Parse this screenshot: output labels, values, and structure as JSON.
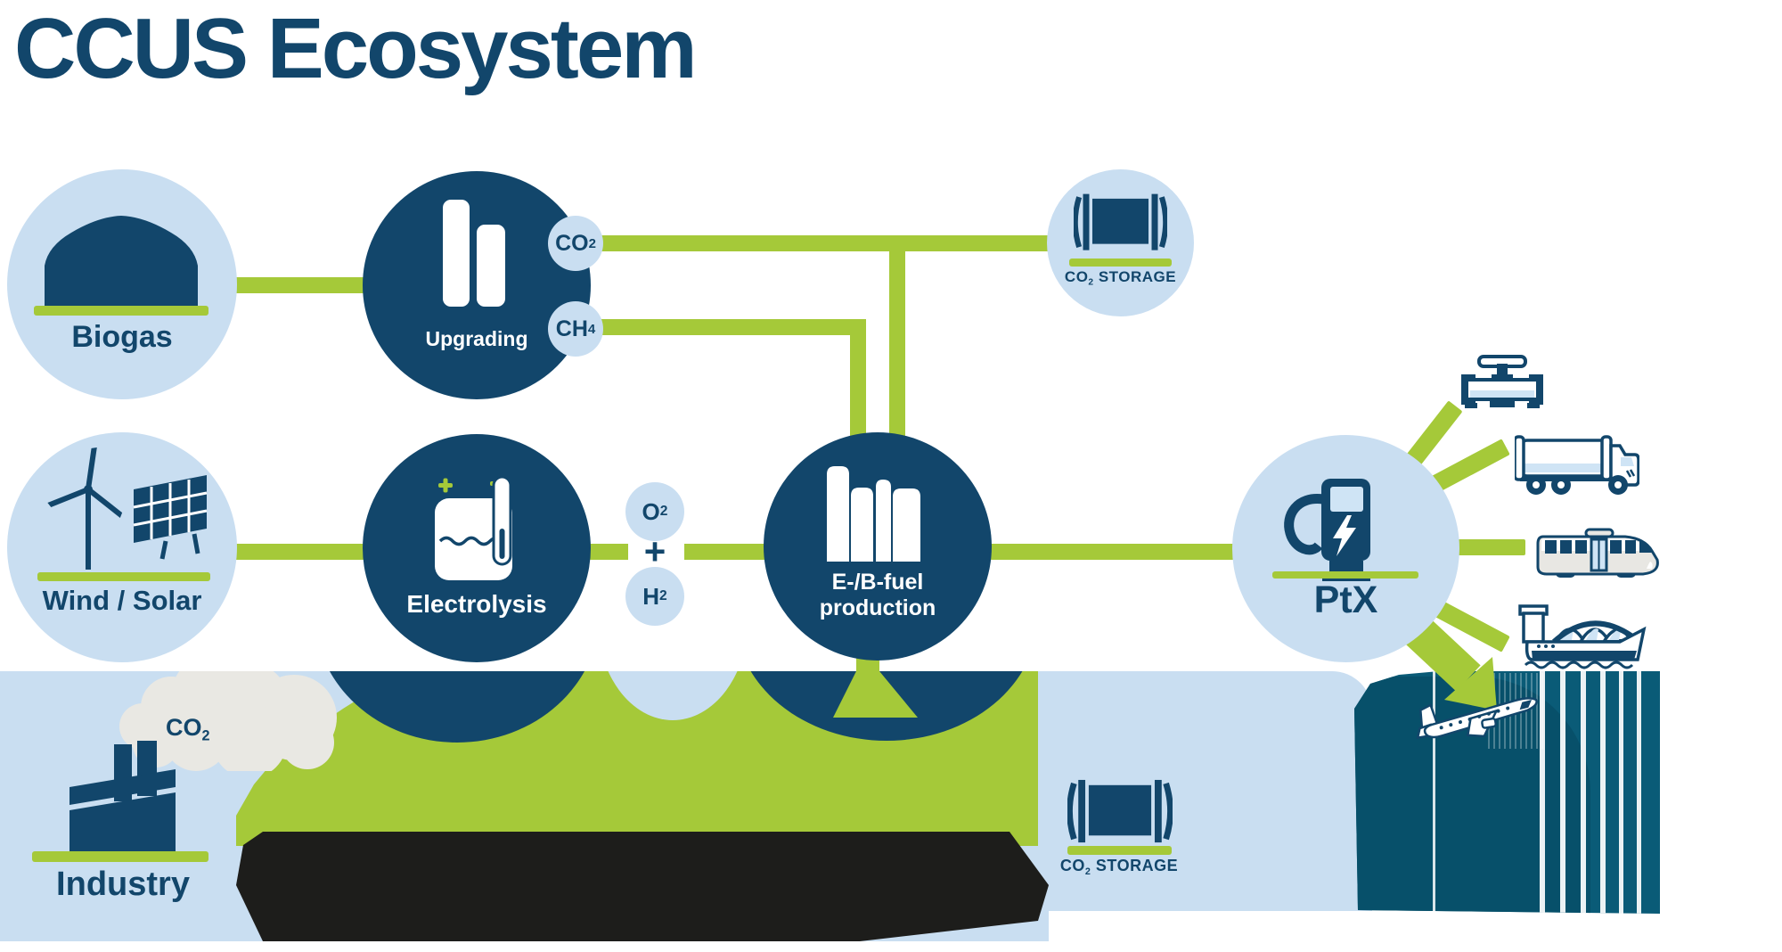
{
  "title": "CCUS Ecosystem",
  "colors": {
    "navy": "#12466b",
    "light_blue": "#c9def1",
    "green": "#a5c939",
    "teal": "#0a5b77",
    "teal_dark": "#07506a",
    "black_band": "#1d1d1b",
    "cloud_gray": "#e9e8e3",
    "pale_icon_blue": "#cfe4f5"
  },
  "nodes": {
    "biogas": {
      "label": "Biogas",
      "icon": "biogas-dome-icon"
    },
    "upgrading": {
      "label": "Upgrading",
      "icon": "upgrading-columns-icon",
      "badge_co2": {
        "base": "CO",
        "sub": "2"
      },
      "badge_ch4": {
        "base": "CH",
        "sub": "4"
      }
    },
    "co2_storage_top": {
      "label": {
        "base": "CO",
        "sub": "2",
        "rest": " STORAGE"
      },
      "icon": "storage-tank-icon"
    },
    "wind_solar": {
      "label": "Wind / Solar",
      "icon": "wind-turbine-solar-panel-icon"
    },
    "electrolysis": {
      "label": "Electrolysis",
      "icon": "electrolysis-cell-icon"
    },
    "gas_outputs": {
      "o2": {
        "base": "O",
        "sub": "2"
      },
      "plus": "+",
      "h2": {
        "base": "H",
        "sub": "2"
      }
    },
    "efuel": {
      "label_line1": "E-/B-fuel",
      "label_line2": "production",
      "icon": "fuel-columns-icon"
    },
    "ptx": {
      "label": "PtX",
      "icon": "ev-charger-icon"
    },
    "industry": {
      "label": "Industry",
      "icon": "factory-icon",
      "cloud": {
        "base": "CO",
        "sub": "2"
      }
    },
    "co2_storage_bottom": {
      "label": {
        "base": "CO",
        "sub": "2",
        "rest": " STORAGE"
      },
      "icon": "storage-tank-icon"
    }
  },
  "transport_targets": [
    {
      "icon": "pipeline-valve-icon"
    },
    {
      "icon": "tanker-truck-icon"
    },
    {
      "icon": "train-icon"
    },
    {
      "icon": "lng-ship-icon"
    },
    {
      "icon": "airplane-icon"
    }
  ]
}
